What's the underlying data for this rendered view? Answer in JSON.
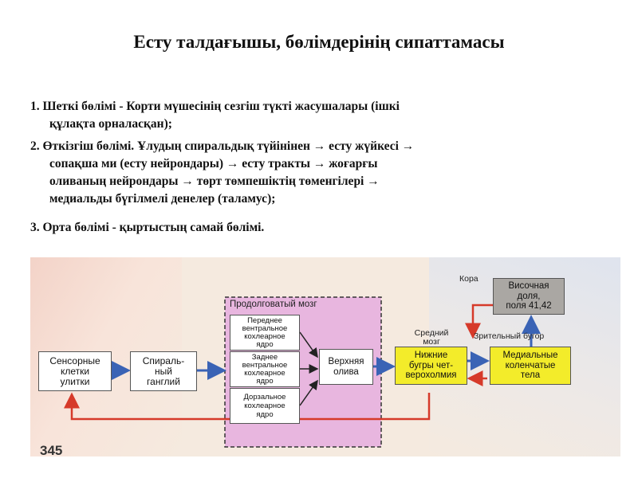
{
  "title": "Есту талдағышы, бөлімдерінің сипаттамасы",
  "items": [
    {
      "line1": "1. Шеткі бөлімі - Корти мүшесінің сезгіш түкті жасушалары (ішкі",
      "line2": "құлақта орналасқан);"
    },
    {
      "line1": "2. Өткізгіш бөлімі. Ұлудың спиральдық түйінінен → есту жүйкесі →",
      "line2": "сопақша ми (есту нейрондары) → есту тракты → жоғарғы",
      "line3": "оливаның нейрондары → төрт төмпешіктің төменгілері →",
      "line4": "медиальды бүгілмелі денелер (таламус);"
    },
    {
      "line1": "3. Орта бөлімі - қыртыстың самай бөлімі."
    }
  ],
  "figure": {
    "page_number": "345",
    "medulla_label": "Продолговатый мозг",
    "sensory": [
      "Сенсорные",
      "клетки",
      "улитки"
    ],
    "spiral": [
      "Спираль-",
      "ный",
      "ганглий"
    ],
    "ventral_anterior": [
      "Переднее",
      "вентральное",
      "кохлеарное",
      "ядро"
    ],
    "ventral_posterior": [
      "Заднее",
      "вентральное",
      "кохлеарное",
      "ядро"
    ],
    "dorsal": [
      "Дорзальное",
      "кохлеарное",
      "ядро"
    ],
    "olive": [
      "Верхняя",
      "олива"
    ],
    "midbrain_label": [
      "Средний",
      "мозг"
    ],
    "colliculi": [
      "Нижние",
      "бугры чет-",
      "верохолмия"
    ],
    "thalamus_label": "Зрительный бугор",
    "geniculate": [
      "Медиальные",
      "коленчатые",
      "тела"
    ],
    "cortex_label": "Кора",
    "temporal": [
      "Височная",
      "доля,",
      "поля 41,42"
    ]
  }
}
